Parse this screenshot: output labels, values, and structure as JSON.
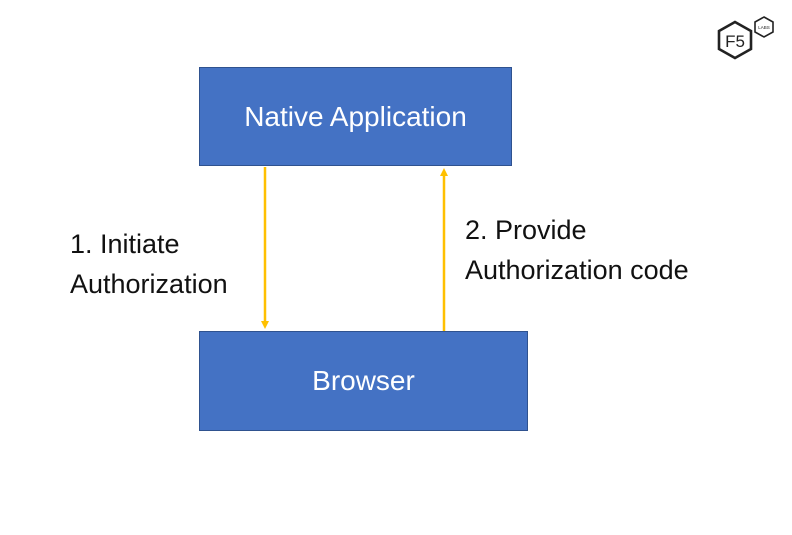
{
  "diagram": {
    "native_application": "Native Application",
    "browser": "Browser",
    "step1_line1": "1. Initiate",
    "step1_line2": "Authorization",
    "step2_line1": "2. Provide",
    "step2_line2": "Authorization code"
  },
  "logo": {
    "main_text": "F5",
    "sub_text": "LABS"
  },
  "colors": {
    "box_fill": "#4472c4",
    "arrow": "#ffc000",
    "logo_stroke": "#222222"
  }
}
